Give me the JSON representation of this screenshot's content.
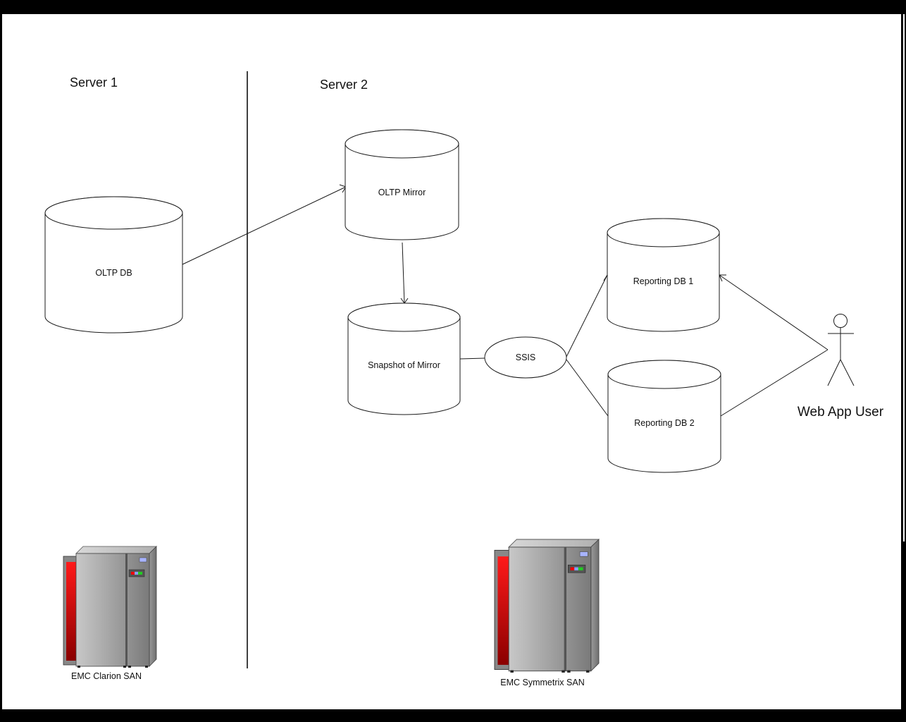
{
  "diagram": {
    "sections": [
      {
        "id": "server1",
        "label": "Server 1"
      },
      {
        "id": "server2",
        "label": "Server 2"
      }
    ],
    "databases": [
      {
        "id": "oltp-db",
        "label": "OLTP DB",
        "section": "server1"
      },
      {
        "id": "oltp-mirror",
        "label": "OLTP Mirror",
        "section": "server2"
      },
      {
        "id": "snapshot",
        "label": "Snapshot of Mirror",
        "section": "server2"
      },
      {
        "id": "reporting-db-1",
        "label": "Reporting DB 1",
        "section": "server2"
      },
      {
        "id": "reporting-db-2",
        "label": "Reporting DB 2",
        "section": "server2"
      }
    ],
    "processes": [
      {
        "id": "ssis",
        "label": "SSIS"
      }
    ],
    "actors": [
      {
        "id": "web-app-user",
        "label": "Web App User"
      }
    ],
    "storage": [
      {
        "id": "emc-clarion",
        "label": "EMC Clarion SAN",
        "section": "server1"
      },
      {
        "id": "emc-symmetrix",
        "label": "EMC Symmetrix SAN",
        "section": "server2"
      }
    ],
    "connections": [
      {
        "from": "oltp-db",
        "to": "oltp-mirror",
        "arrow": true
      },
      {
        "from": "oltp-mirror",
        "to": "snapshot",
        "arrow": true
      },
      {
        "from": "snapshot",
        "to": "ssis",
        "arrow": false
      },
      {
        "from": "ssis",
        "to": "reporting-db-1",
        "arrow": true
      },
      {
        "from": "ssis",
        "to": "reporting-db-2",
        "arrow": false
      },
      {
        "from": "web-app-user",
        "to": "reporting-db-1",
        "arrow": true
      },
      {
        "from": "web-app-user",
        "to": "reporting-db-2",
        "arrow": false
      }
    ]
  },
  "colors": {
    "stroke": "#1a1a1a",
    "rack_red": "#e00000",
    "rack_gray": "#a8a8a8"
  }
}
